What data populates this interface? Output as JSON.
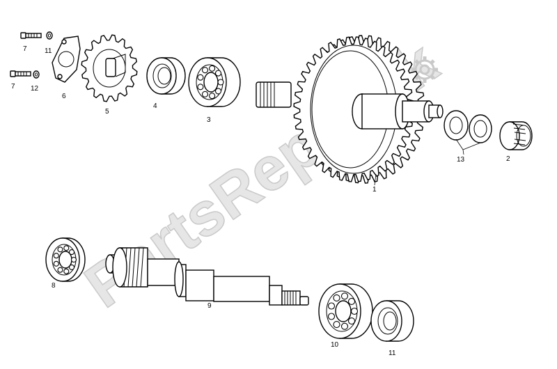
{
  "watermark": {
    "text": "PartsRepublik"
  },
  "labels": [
    {
      "id": "1",
      "text": "1"
    },
    {
      "id": "2",
      "text": "2"
    },
    {
      "id": "3",
      "text": "3"
    },
    {
      "id": "4",
      "text": "4"
    },
    {
      "id": "5",
      "text": "5"
    },
    {
      "id": "6",
      "text": "6"
    },
    {
      "id": "7a",
      "text": "7"
    },
    {
      "id": "7b",
      "text": "7"
    },
    {
      "id": "8",
      "text": "8"
    },
    {
      "id": "9",
      "text": "9"
    },
    {
      "id": "10",
      "text": "10"
    },
    {
      "id": "11",
      "text": "11"
    },
    {
      "id": "12a",
      "text": "12"
    },
    {
      "id": "12b",
      "text": "12"
    },
    {
      "id": "13",
      "text": "13"
    }
  ]
}
